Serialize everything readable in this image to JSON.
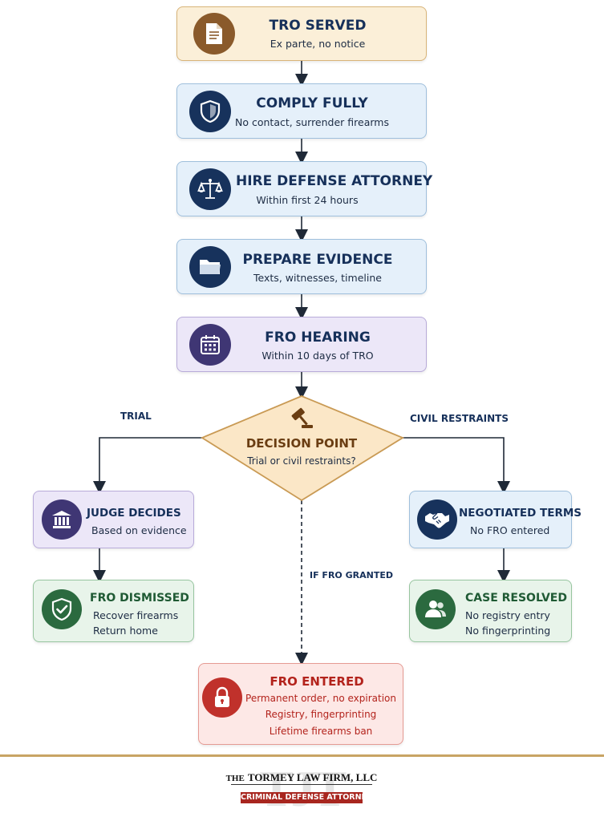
{
  "steps": [
    {
      "title": "TRO SERVED",
      "subtitle": "Ex parte, no notice",
      "icon": "document-icon"
    },
    {
      "title": "COMPLY FULLY",
      "subtitle": "No contact, surrender firearms",
      "icon": "shield-icon"
    },
    {
      "title": "HIRE DEFENSE ATTORNEY",
      "subtitle": "Within first 24 hours",
      "icon": "scales-icon"
    },
    {
      "title": "PREPARE EVIDENCE",
      "subtitle": "Texts, witnesses, timeline",
      "icon": "folder-icon"
    },
    {
      "title": "FRO HEARING",
      "subtitle": "Within 10 days of TRO",
      "icon": "calendar-icon"
    }
  ],
  "decision": {
    "title": "DECISION POINT",
    "subtitle": "Trial or civil restraints?",
    "icon": "gavel-icon"
  },
  "branch_labels": {
    "left": "TRIAL",
    "right": "CIVIL RESTRAINTS",
    "center": "IF FRO GRANTED"
  },
  "left_branch": {
    "judge": {
      "title": "JUDGE DECIDES",
      "subtitle": "Based on evidence",
      "icon": "courthouse-icon"
    },
    "dismissed": {
      "title": "FRO DISMISSED",
      "lines": [
        "Recover firearms",
        "Return home"
      ],
      "icon": "shield-check-icon"
    }
  },
  "right_branch": {
    "negotiated": {
      "title": "NEGOTIATED TERMS",
      "subtitle": "No FRO entered",
      "icon": "handshake-icon"
    },
    "resolved": {
      "title": "CASE RESOLVED",
      "lines": [
        "No registry entry",
        "No fingerprinting"
      ],
      "icon": "people-icon"
    }
  },
  "entered": {
    "title": "FRO ENTERED",
    "lines": [
      "Permanent order, no expiration",
      "Registry, fingerprinting",
      "Lifetime firearms ban"
    ],
    "icon": "lock-icon"
  },
  "footer": {
    "monogram": "TJT",
    "firm_the": "THE",
    "firm_name": "TORMEY LAW FIRM, LLC",
    "tagline": "CRIMINAL DEFENSE ATTORNEY"
  },
  "colors": {
    "navy": "#17325c",
    "brown": "#8a5a2b",
    "purple": "#3f3674",
    "green": "#2b6a3f",
    "red": "#c0312b",
    "gold": "#c8a464",
    "tagline_bg": "#a8261f"
  }
}
